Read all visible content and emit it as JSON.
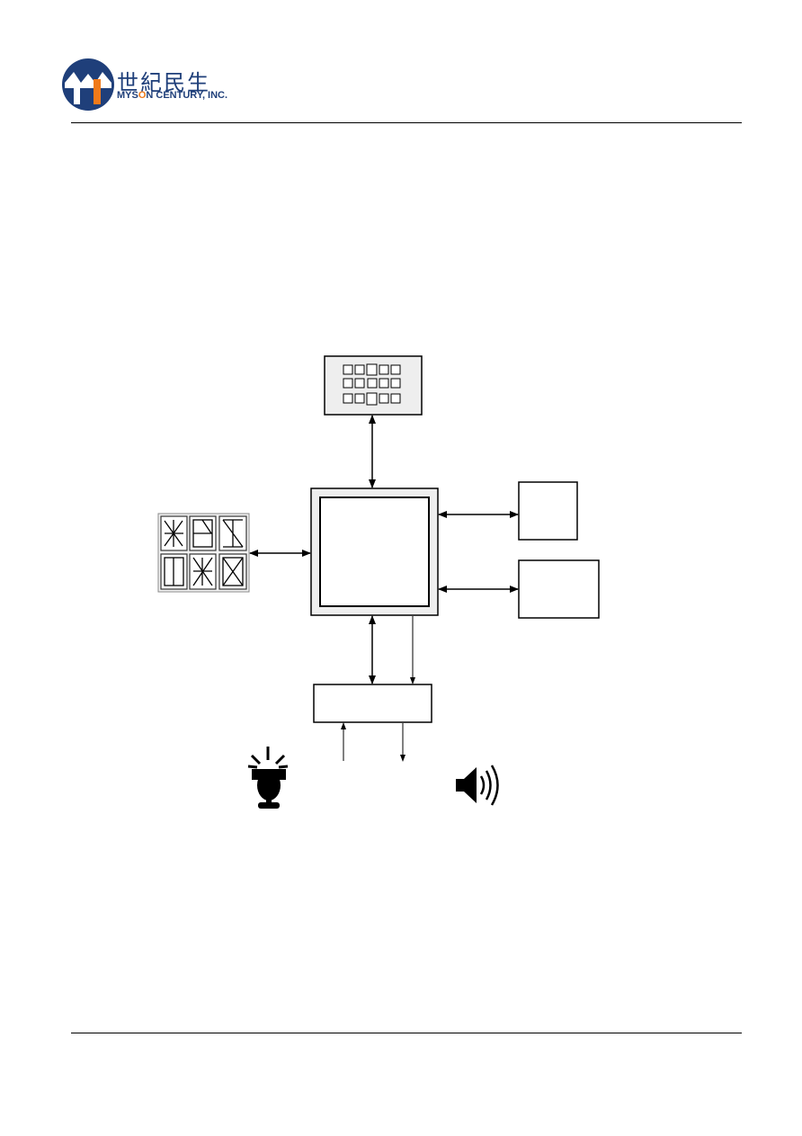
{
  "header": {
    "logo_chinese": "世紀民生",
    "logo_english_prefix": "MYS",
    "logo_english_highlight": "O",
    "logo_english_suffix": "N CENTURY, INC."
  },
  "colors": {
    "brand_navy": "#1f3f7a",
    "brand_orange": "#f07a1a",
    "box_gray": "#eeeeee",
    "line": "#000000"
  },
  "diagram": {
    "components": [
      "keypad-icon",
      "mcu-chip",
      "peripheral-box-1",
      "peripheral-box-2",
      "lcd-display-icon",
      "codec-box",
      "microphone-icon",
      "speaker-icon"
    ]
  }
}
